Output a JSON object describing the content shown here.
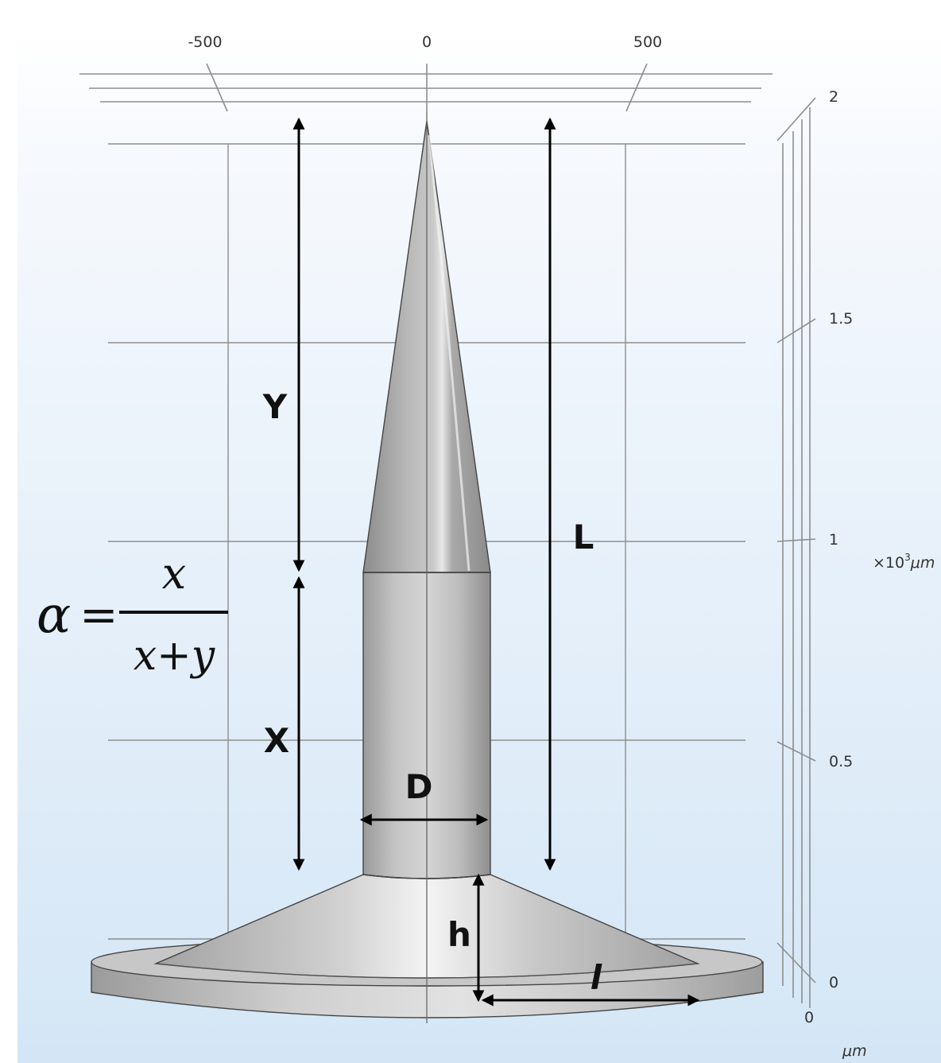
{
  "axes": {
    "x_ticks": [
      "-500",
      "0",
      "500"
    ],
    "z_ticks": [
      "0",
      "0.5",
      "1",
      "1.5",
      "2"
    ],
    "z_multiplier": "×10",
    "z_multiplier_exp": "3",
    "z_multiplier_unit": "μm",
    "y_zero": "0",
    "unit": "μm"
  },
  "labels": {
    "Y": "Y",
    "L": "L",
    "X": "X",
    "D": "D",
    "h": "h",
    "l": "l"
  },
  "formula": {
    "lhs": "α",
    "eq": "=",
    "numerator": "x",
    "denominator": "x+y"
  },
  "colors": {
    "background_top": "#ffffff",
    "background_bottom": "#d6e8f7",
    "solid": "#b3b3b3",
    "grid": "#8e8e8e",
    "arrows": "#000000"
  }
}
